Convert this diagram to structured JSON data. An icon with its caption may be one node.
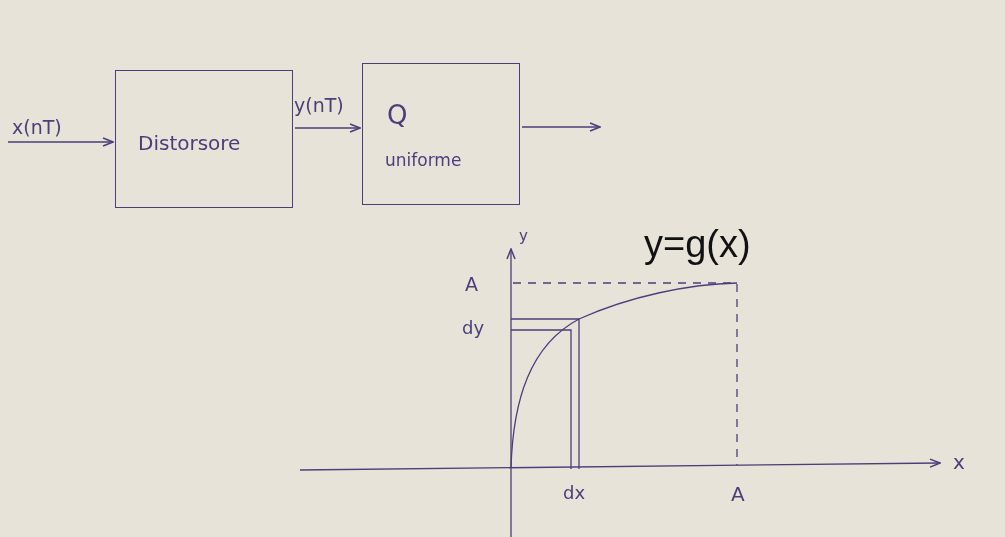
{
  "diagram": {
    "nodes": [
      {
        "text": [
          "Distorsore"
        ]
      },
      {
        "text": [
          "Q",
          "uniforme"
        ]
      }
    ],
    "edges": [
      {
        "from": null,
        "to": 0,
        "arrow": "to",
        "label": "x(nT)"
      },
      {
        "from": 0,
        "to": 1,
        "arrow": "to",
        "label": "y(nT)"
      },
      {
        "from": 1,
        "to": null,
        "arrow": "to"
      }
    ],
    "labels": [
      "y=g(x)",
      "y",
      "A",
      "dy",
      "x",
      "dx",
      "A"
    ]
  }
}
